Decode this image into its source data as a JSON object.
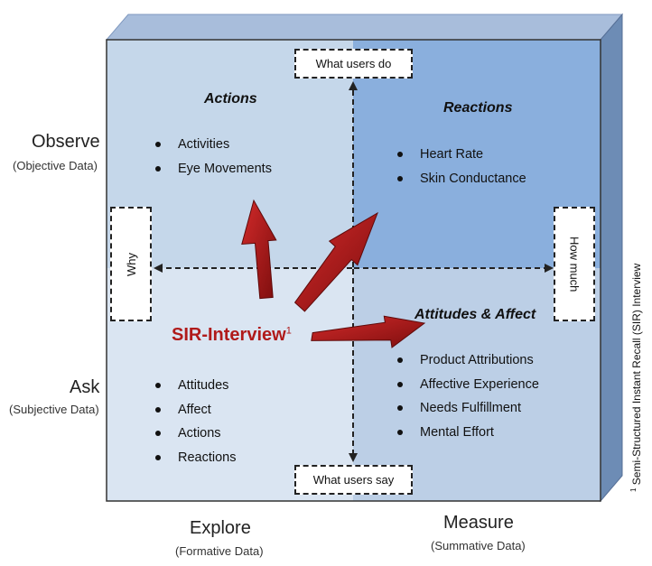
{
  "rows": {
    "top": {
      "label": "Observe",
      "sublabel": "(Objective Data)"
    },
    "bottom": {
      "label": "Ask",
      "sublabel": "(Subjective Data)"
    }
  },
  "columns": {
    "left": {
      "label": "Explore",
      "sublabel": "(Formative Data)"
    },
    "right": {
      "label": "Measure",
      "sublabel": "(Summative Data)"
    }
  },
  "axes": {
    "top": "What users do",
    "bottom": "What users say",
    "left": "Why",
    "right": "How much"
  },
  "quadrants": {
    "actions": {
      "title": "Actions",
      "items": [
        "Activities",
        "Eye Movements"
      ]
    },
    "reactions": {
      "title": "Reactions",
      "items": [
        "Heart Rate",
        "Skin Conductance"
      ]
    },
    "ask_left": {
      "items": [
        "Attitudes",
        "Affect",
        "Actions",
        "Reactions"
      ]
    },
    "attitudes_affect": {
      "title": "Attitudes & Affect",
      "items": [
        "Product Attributions",
        "Affective Experience",
        "Needs Fulfillment",
        "Mental Effort"
      ]
    }
  },
  "center": {
    "label": "SIR-Interview",
    "superscript": "1"
  },
  "footnote": {
    "marker": "1",
    "text": "Semi-Structured Instant Recall (SIR) Interview"
  },
  "colors": {
    "front_tl": "#c5d7ea",
    "front_tr": "#8aafdd",
    "front_bl": "#dae5f2",
    "front_br": "#bccfe6",
    "side_face": "#6d8cb5",
    "top_face": "#a8bddb",
    "arrow": "#b01a1a",
    "sir_text": "#b01a1a"
  }
}
